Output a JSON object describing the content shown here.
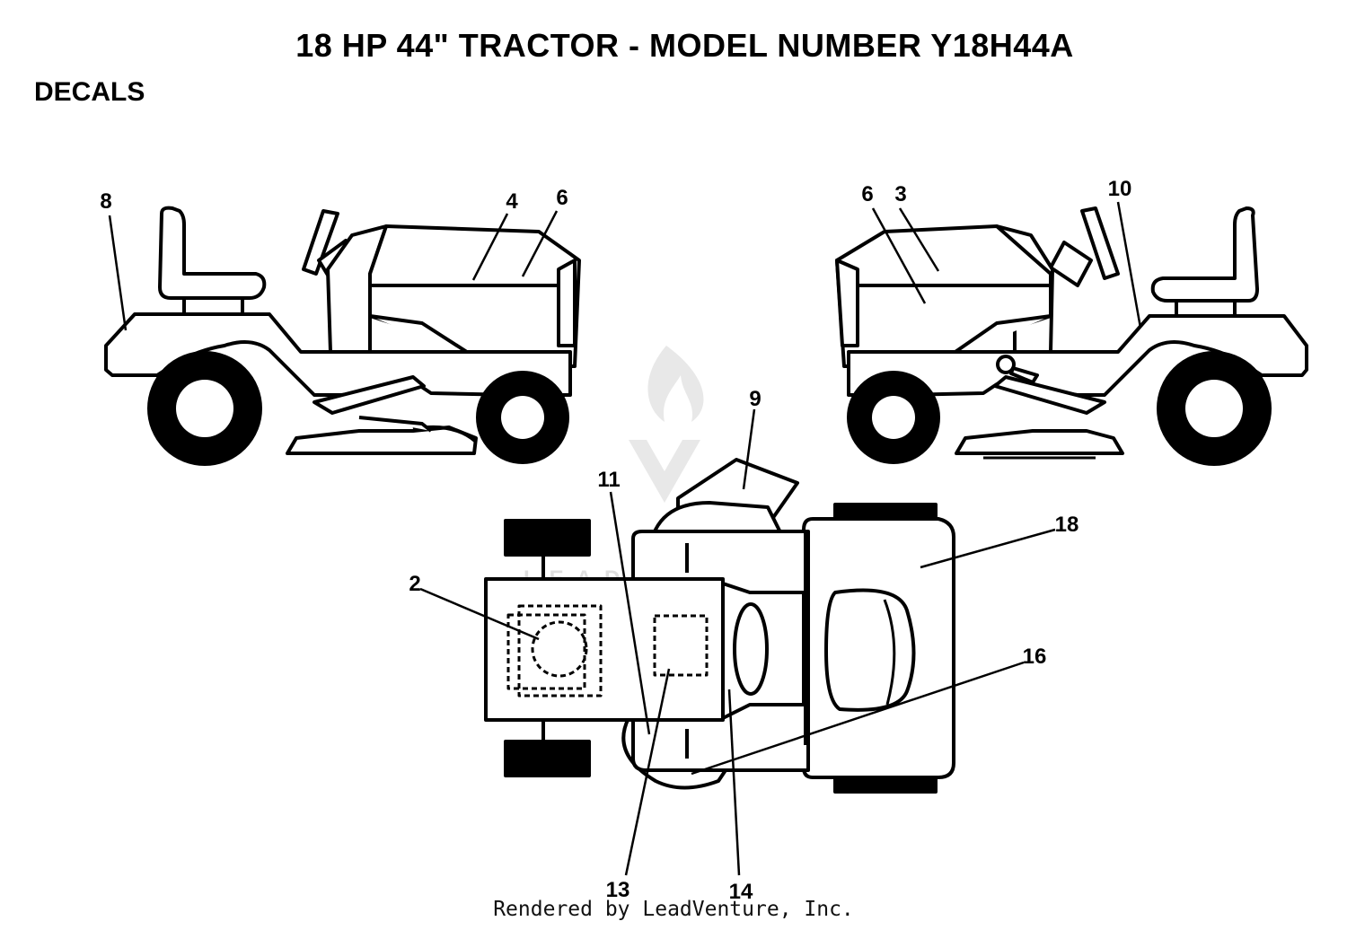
{
  "title": "18 HP 44\" TRACTOR - MODEL NUMBER Y18H44A",
  "section": "DECALS",
  "footer": "Rendered by LeadVenture, Inc.",
  "watermark": {
    "text": "LEADVENTURE",
    "color": "#dcdcdc"
  },
  "callouts": {
    "left_view": [
      "8",
      "4",
      "6"
    ],
    "right_view": [
      "6",
      "3",
      "10"
    ],
    "top_view": [
      "9",
      "11",
      "18",
      "2",
      "16",
      "13",
      "14"
    ]
  },
  "icons": [
    "tractor-left-view",
    "tractor-right-view",
    "tractor-top-view",
    "flame-logo-watermark"
  ]
}
